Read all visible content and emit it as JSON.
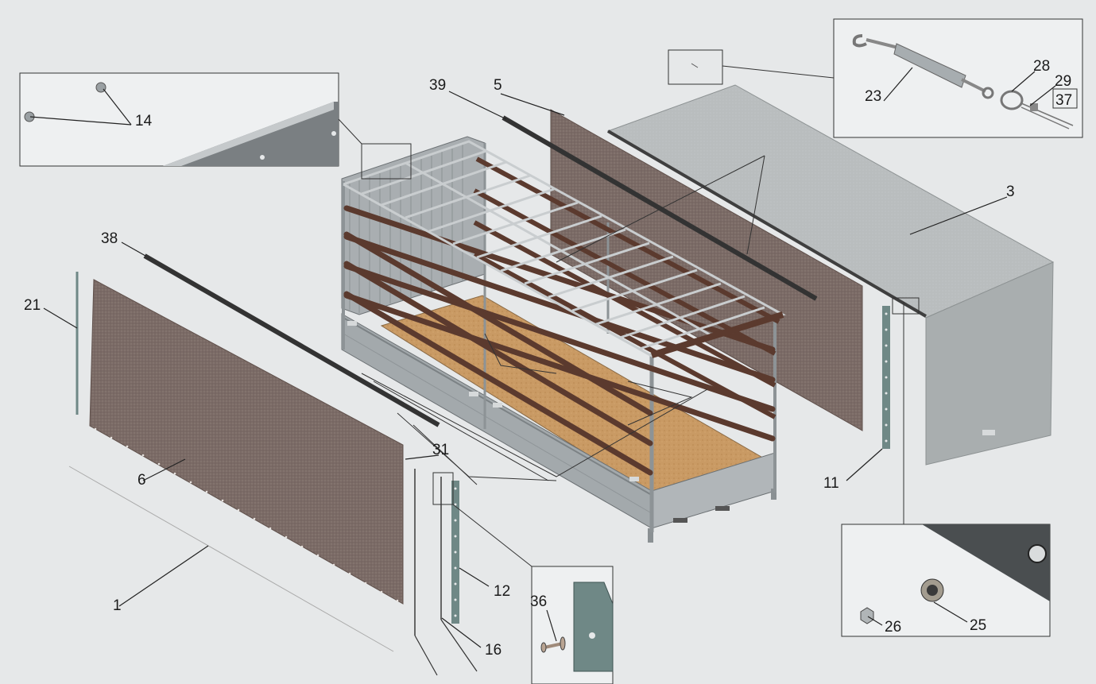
{
  "diagram": {
    "callouts": [
      {
        "id": "c1",
        "text": "1"
      },
      {
        "id": "c3",
        "text": "3"
      },
      {
        "id": "c5",
        "text": "5"
      },
      {
        "id": "c6",
        "text": "6"
      },
      {
        "id": "c11",
        "text": "11"
      },
      {
        "id": "c12",
        "text": "12"
      },
      {
        "id": "c14",
        "text": "14"
      },
      {
        "id": "c16",
        "text": "16"
      },
      {
        "id": "c21",
        "text": "21"
      },
      {
        "id": "c23",
        "text": "23"
      },
      {
        "id": "c25",
        "text": "25"
      },
      {
        "id": "c26",
        "text": "26"
      },
      {
        "id": "c28",
        "text": "28"
      },
      {
        "id": "c29",
        "text": "29"
      },
      {
        "id": "c31",
        "text": "31"
      },
      {
        "id": "c36",
        "text": "36"
      },
      {
        "id": "c37",
        "text": "37"
      },
      {
        "id": "c38",
        "text": "38"
      },
      {
        "id": "c39",
        "text": "39"
      }
    ],
    "colors": {
      "background": "#e6e8e9",
      "tarp_brown": "#7d6d68",
      "tarp_grey": "#b8bcbd",
      "rail_brown": "#5b3a2e",
      "floor_wood": "#c99a64",
      "frame_steel": "#9ea4a8",
      "strip_teal": "#6f8886"
    }
  }
}
